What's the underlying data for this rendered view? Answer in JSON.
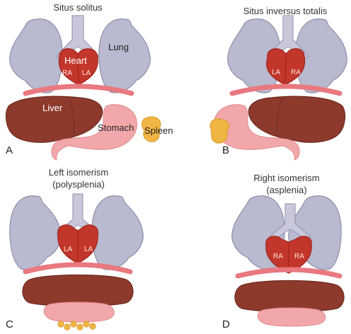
{
  "colors": {
    "lung": "#b9b9cf",
    "lung_dark": "#8e8ea9",
    "trachea": "#c8c8da",
    "heart": "#c3362b",
    "heart_dark": "#9f231b",
    "diaphragm": "#e9787f",
    "liver": "#8d3a2c",
    "liver_dark": "#6e2b20",
    "stomach": "#f2a7aa",
    "spleen": "#f1b544"
  },
  "panels": {
    "a": {
      "title": "Situs solitus",
      "letter": "A",
      "heart": "Heart",
      "lung": "Lung",
      "liver": "Liver",
      "stomach": "Stomach",
      "spleen": "Spleen",
      "atrium_left": "RA",
      "atrium_right": "LA"
    },
    "b": {
      "title": "Situs inversus totalis",
      "letter": "B",
      "atrium_left": "LA",
      "atrium_right": "RA"
    },
    "c": {
      "title_line1": "Left isomerism",
      "title_line2": "(polysplenia)",
      "letter": "C",
      "atrium_left": "LA",
      "atrium_right": "LA"
    },
    "d": {
      "title_line1": "Right isomerism",
      "title_line2": "(asplenia)",
      "letter": "D",
      "atrium_left": "RA",
      "atrium_right": "RA"
    }
  }
}
